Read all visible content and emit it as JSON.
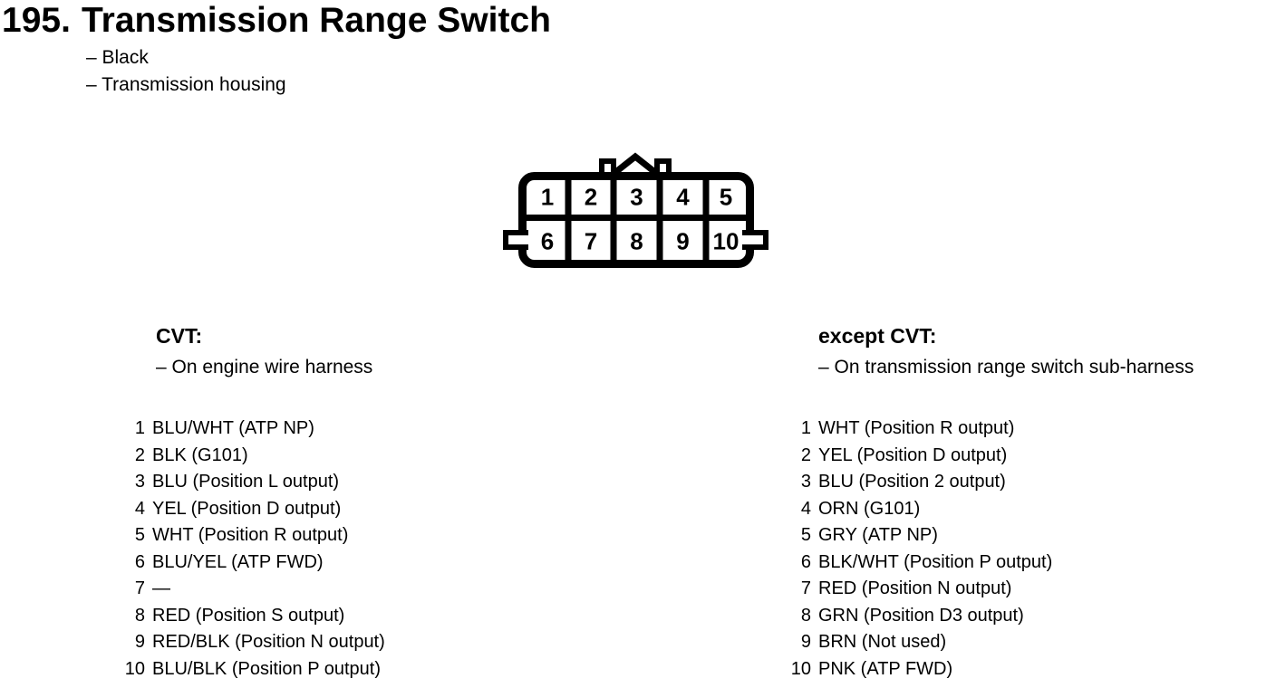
{
  "colors": {
    "ink": "#000000",
    "paper": "#ffffff"
  },
  "header": {
    "number": "195.",
    "title": "Transmission Range Switch",
    "bullets": [
      "– Black",
      "– Transmission housing"
    ]
  },
  "connector": {
    "description": "10-pin connector, 2 rows of 5",
    "pins": [
      "1",
      "2",
      "3",
      "4",
      "5",
      "6",
      "7",
      "8",
      "9",
      "10"
    ]
  },
  "sections": [
    {
      "heading": "CVT:",
      "subheading": "– On engine wire harness",
      "pins": [
        {
          "pin": "1",
          "label": "BLU/WHT (ATP NP)"
        },
        {
          "pin": "2",
          "label": "BLK (G101)"
        },
        {
          "pin": "3",
          "label": "BLU (Position L output)"
        },
        {
          "pin": "4",
          "label": "YEL (Position D output)"
        },
        {
          "pin": "5",
          "label": "WHT (Position R output)"
        },
        {
          "pin": "6",
          "label": "BLU/YEL (ATP FWD)"
        },
        {
          "pin": "7",
          "label": "—"
        },
        {
          "pin": "8",
          "label": "RED (Position S output)"
        },
        {
          "pin": "9",
          "label": "RED/BLK (Position N output)"
        },
        {
          "pin": "10",
          "label": "BLU/BLK (Position P output)"
        }
      ]
    },
    {
      "heading": "except CVT:",
      "subheading": "– On transmission range switch sub-harness",
      "pins": [
        {
          "pin": "1",
          "label": "WHT (Position R output)"
        },
        {
          "pin": "2",
          "label": "YEL (Position D output)"
        },
        {
          "pin": "3",
          "label": "BLU (Position 2 output)"
        },
        {
          "pin": "4",
          "label": "ORN (G101)"
        },
        {
          "pin": "5",
          "label": "GRY (ATP NP)"
        },
        {
          "pin": "6",
          "label": "BLK/WHT (Position P output)"
        },
        {
          "pin": "7",
          "label": "RED (Position N output)"
        },
        {
          "pin": "8",
          "label": "GRN (Position D3 output)"
        },
        {
          "pin": "9",
          "label": "BRN (Not used)"
        },
        {
          "pin": "10",
          "label": "PNK (ATP FWD)"
        }
      ]
    }
  ]
}
